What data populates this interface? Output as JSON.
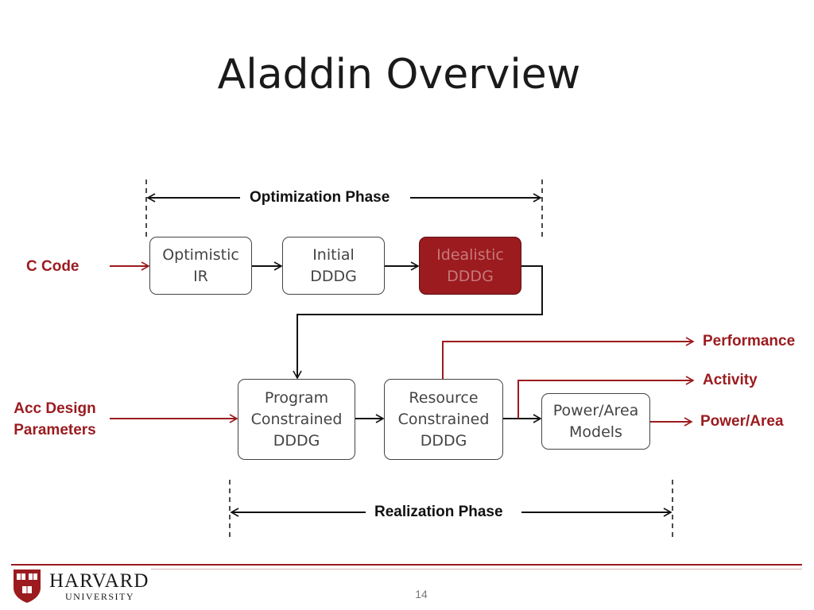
{
  "slide": {
    "title": "Aladdin Overview",
    "page_number": "14"
  },
  "phases": {
    "optimization": "Optimization Phase",
    "realization": "Realization Phase"
  },
  "inputs": {
    "c_code": "C Code",
    "acc_design": "Acc Design\nParameters"
  },
  "boxes": {
    "optimistic_ir": "Optimistic\nIR",
    "initial_dddg": "Initial\nDDDG",
    "idealistic_dddg": "Idealistic\nDDDG",
    "program_dddg": "Program\nConstrained\nDDDG",
    "resource_dddg": "Resource\nConstrained\nDDDG",
    "power_models": "Power/Area\nModels"
  },
  "outputs": {
    "performance": "Performance",
    "activity": "Activity",
    "power_area": "Power/Area"
  },
  "footer": {
    "university_name": "HARVARD",
    "university_sub": "UNIVERSITY"
  },
  "colors": {
    "accent": "#9b1b1f",
    "box_border": "#444444"
  }
}
